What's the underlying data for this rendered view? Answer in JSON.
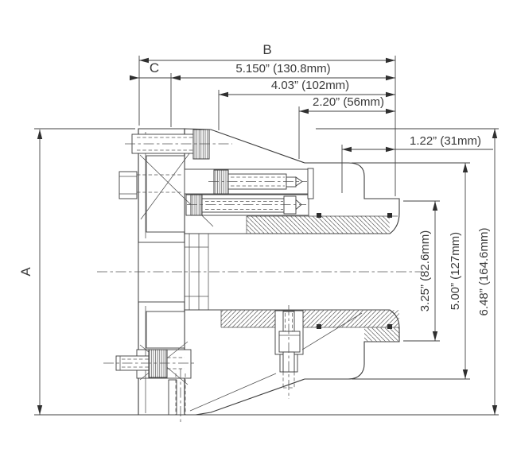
{
  "drawing": {
    "title": "chuck-adapter-cross-section",
    "letter_labels": {
      "a": "A",
      "b": "B",
      "c": "C"
    },
    "dimensions": {
      "len_5150": "5.150” (130.8mm)",
      "len_403": "4.03” (102mm)",
      "len_220": "2.20” (56mm)",
      "len_122": "1.22” (31mm)",
      "dia_325": "3.25” (82.6mm)",
      "dia_500": "5.00” (127mm)",
      "dia_648": "6.48” (164.6mm)"
    },
    "line_color": "#3c3c3c",
    "background": "#ffffff"
  }
}
